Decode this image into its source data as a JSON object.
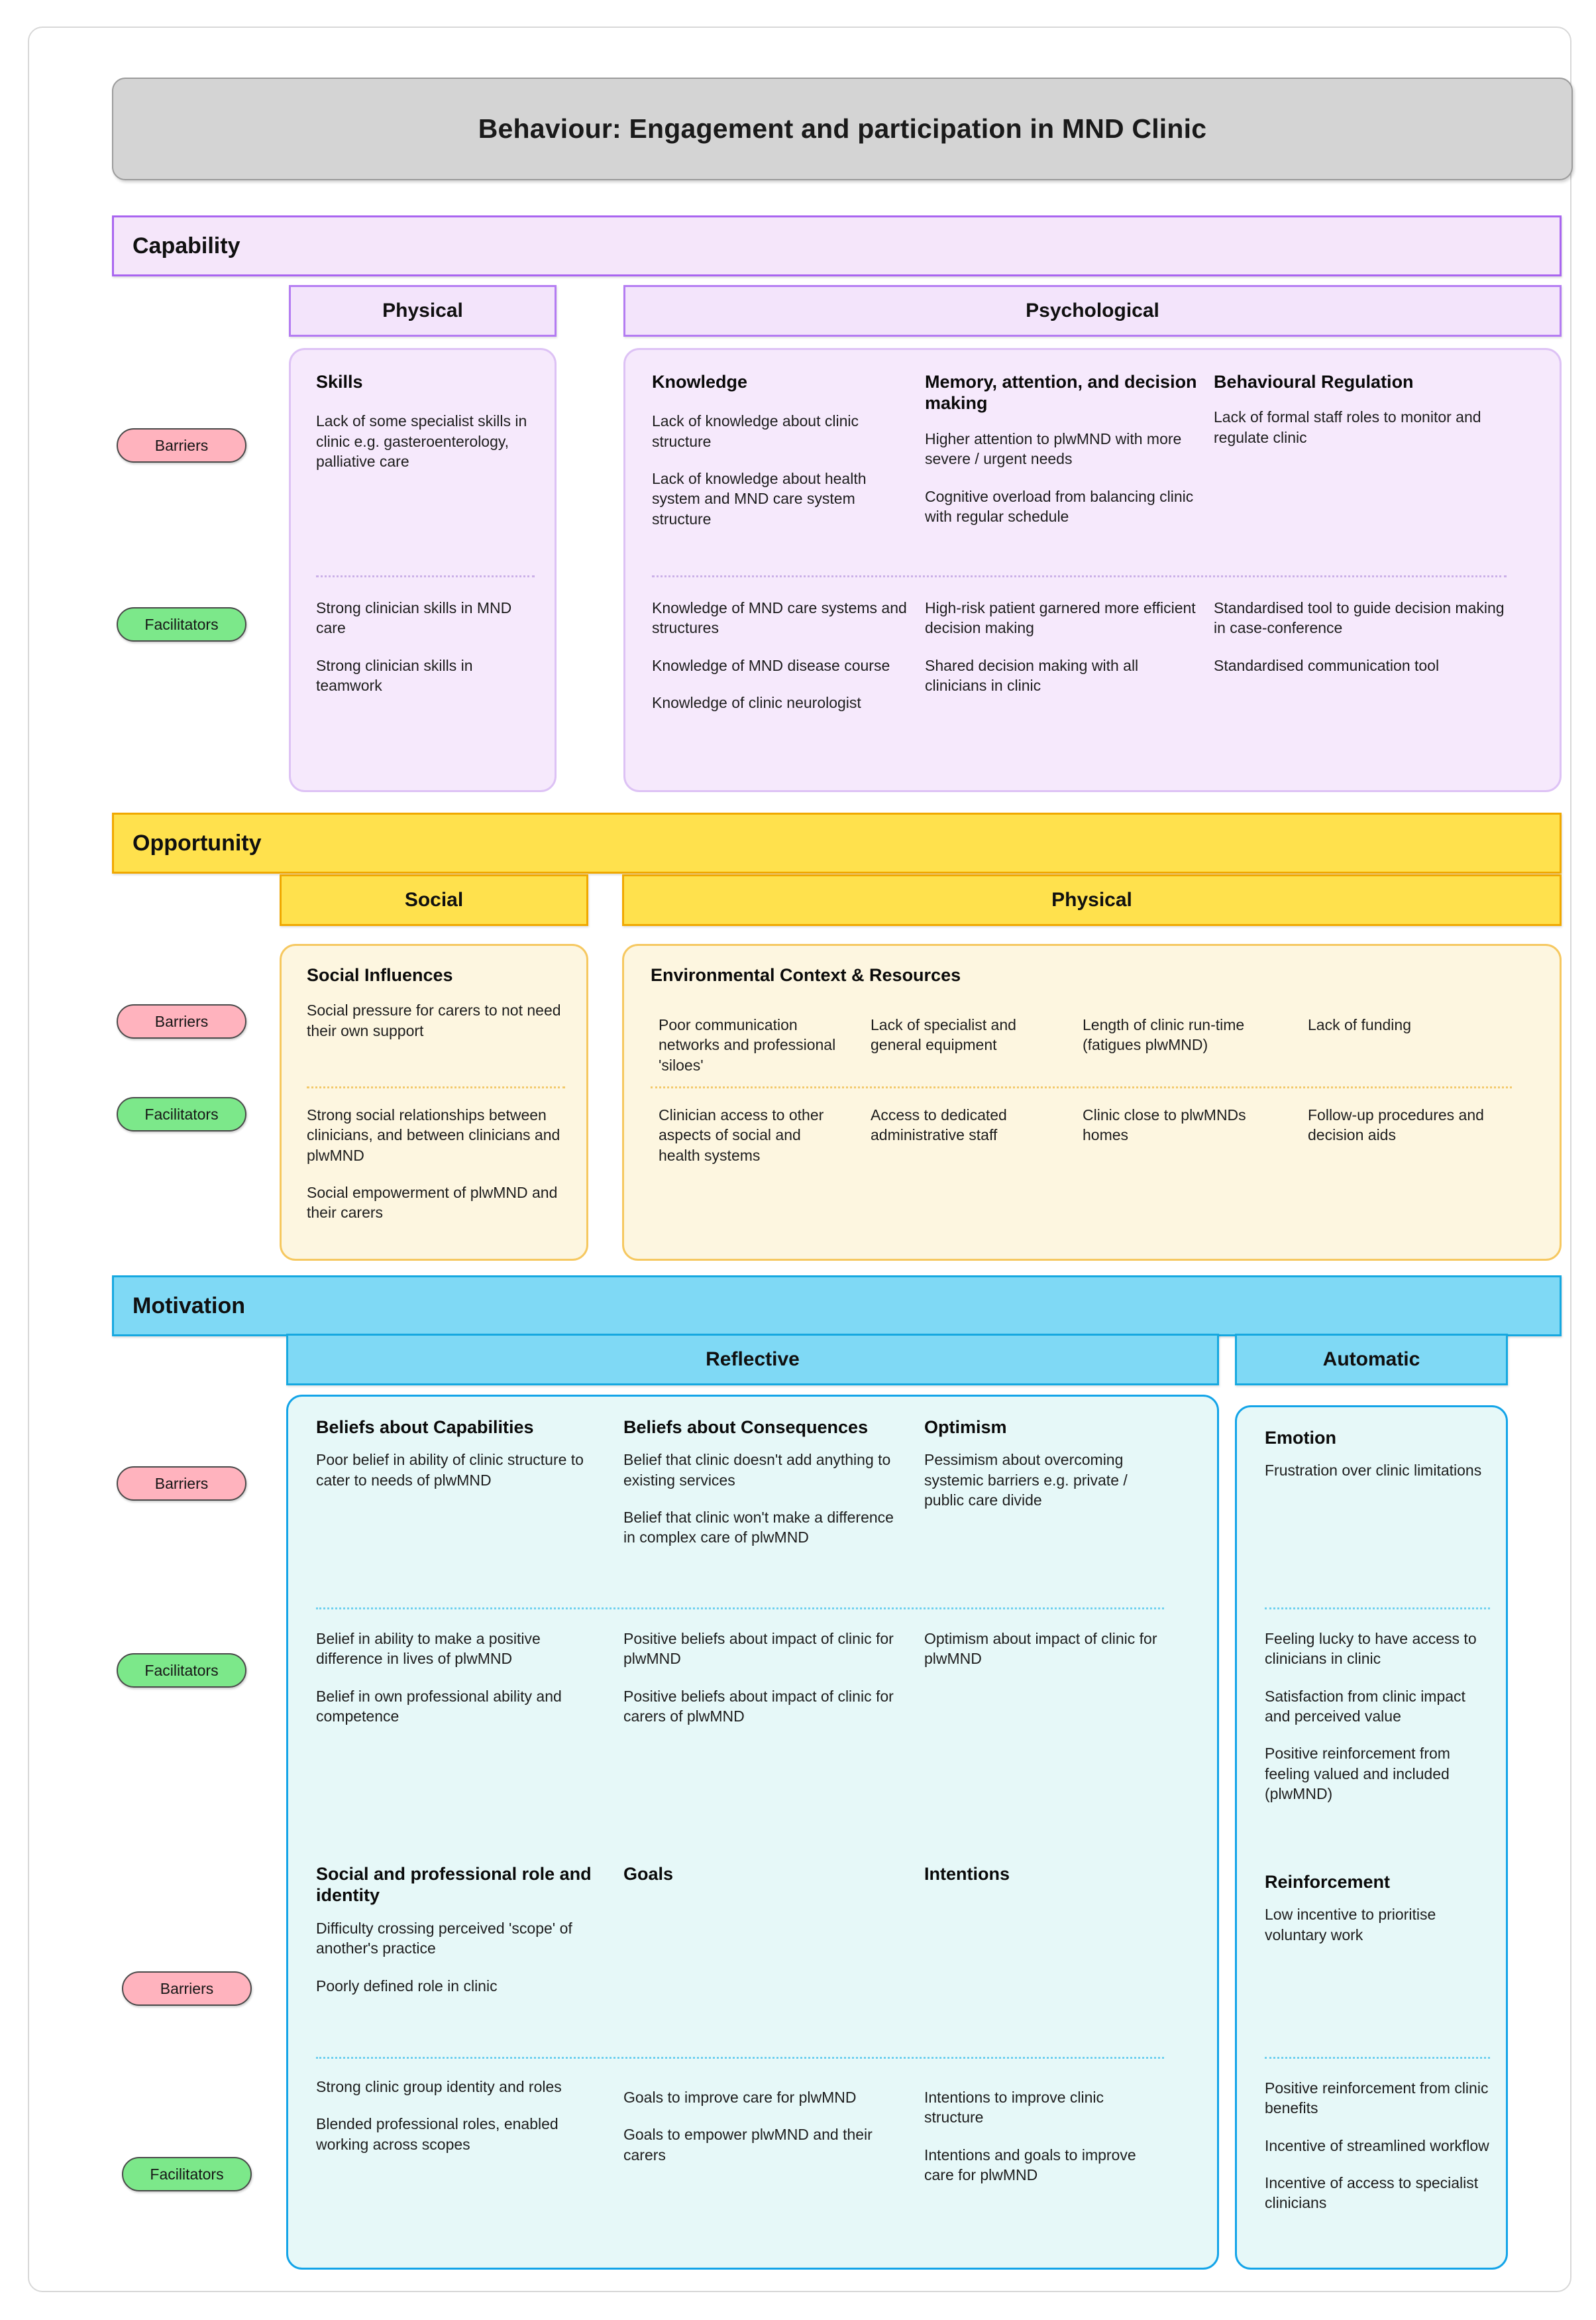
{
  "header": {
    "title": "Behaviour: Engagement and participation in MND Clinic"
  },
  "legend": {
    "barriers": "Barriers",
    "facilitators": "Facilitators"
  },
  "colors": {
    "capability_fill": "#f5e6fa",
    "capability_border": "#a965f0",
    "opportunity_fill": "#ffe14d",
    "opportunity_border": "#f0a800",
    "motivation_fill": "#7fd9f5",
    "motivation_border": "#16a8e0",
    "barrier_pill": "#ffb3be",
    "facilitator_pill": "#7ce88a",
    "header_fill": "#d4d4d4"
  },
  "sections": {
    "capability": {
      "banner": "Capability",
      "columns": [
        {
          "label": "Physical"
        },
        {
          "label": "Psychological"
        }
      ],
      "domains": {
        "skills": {
          "title": "Skills",
          "barriers": [
            "Lack of some specialist skills in clinic e.g. gasteroenterology, palliative care"
          ],
          "facilitators": [
            "Strong clinician skills in MND care",
            "Strong clinician skills in teamwork"
          ]
        },
        "knowledge": {
          "title": "Knowledge",
          "barriers": [
            "Lack of knowledge about clinic structure",
            "Lack of knowledge about health system and MND care system structure"
          ],
          "facilitators": [
            "Knowledge of MND care systems and structures",
            "Knowledge of MND disease course",
            "Knowledge of clinic neurologist"
          ]
        },
        "memory": {
          "title": "Memory, attention, and decision making",
          "barriers": [
            "Higher attention to plwMND with more severe / urgent needs",
            "Cognitive overload from balancing clinic with regular schedule"
          ],
          "facilitators": [
            "High-risk patient garnered more efficient decision making",
            "Shared decision making with all clinicians in clinic"
          ]
        },
        "behavioural_regulation": {
          "title": "Behavioural Regulation",
          "barriers": [
            "Lack of formal staff roles to monitor and regulate clinic"
          ],
          "facilitators": [
            "Standardised tool to guide decision making in case-conference",
            "Standardised communication tool"
          ]
        }
      }
    },
    "opportunity": {
      "banner": "Opportunity",
      "columns": [
        {
          "label": "Social"
        },
        {
          "label": "Physical"
        }
      ],
      "domains": {
        "social_influences": {
          "title": "Social Influences",
          "barriers": [
            "Social pressure for carers to not need their own support"
          ],
          "facilitators": [
            "Strong social relationships between clinicians, and between clinicians and plwMND",
            "Social empowerment of plwMND and their carers"
          ]
        },
        "environmental": {
          "title": "Environmental Context & Resources",
          "barrier_cols": [
            [
              "Poor communication networks and professional 'siloes'"
            ],
            [
              "Lack of specialist and general equipment"
            ],
            [
              "Length of clinic run-time (fatigues plwMND)"
            ],
            [
              "Lack of funding"
            ]
          ],
          "facilitator_cols": [
            [
              "Clinician access to other aspects of social and health systems"
            ],
            [
              "Access to dedicated administrative staff"
            ],
            [
              "Clinic close to plwMNDs homes"
            ],
            [
              "Follow-up procedures and decision aids"
            ]
          ]
        }
      }
    },
    "motivation": {
      "banner": "Motivation",
      "columns": [
        {
          "label": "Reflective"
        },
        {
          "label": "Automatic"
        }
      ],
      "domains": {
        "beliefs_capabilities": {
          "title": "Beliefs about Capabilities",
          "barriers": [
            "Poor belief in ability of clinic structure to cater to needs of plwMND"
          ],
          "facilitators": [
            "Belief in ability to make a positive difference in lives of plwMND",
            "Belief in own professional ability and competence"
          ]
        },
        "beliefs_consequences": {
          "title": "Beliefs about Consequences",
          "barriers": [
            "Belief that clinic doesn't add anything to existing services",
            "Belief that clinic won't make a difference in complex care of plwMND"
          ],
          "facilitators": [
            "Positive beliefs about impact of clinic for plwMND",
            "Positive beliefs about impact of clinic for carers of plwMND"
          ]
        },
        "optimism": {
          "title": "Optimism",
          "barriers": [
            "Pessimism about overcoming systemic barriers e.g. private / public care divide"
          ],
          "facilitators": [
            "Optimism about impact of clinic for plwMND"
          ]
        },
        "emotion": {
          "title": "Emotion",
          "barriers": [
            "Frustration over clinic limitations"
          ],
          "facilitators": [
            "Feeling lucky to have access to clinicians in clinic",
            "Satisfaction from clinic impact and perceived value",
            "Positive reinforcement from feeling valued and included (plwMND)"
          ]
        },
        "social_role": {
          "title": "Social and professional role and identity",
          "barriers": [
            "Difficulty crossing perceived 'scope' of another's practice",
            "Poorly defined role in clinic"
          ],
          "facilitators": [
            "Strong clinic group identity and roles",
            "Blended professional roles, enabled working across scopes"
          ]
        },
        "goals": {
          "title": "Goals",
          "barriers": [],
          "facilitators": [
            "Goals to improve care for plwMND",
            "Goals to empower plwMND and their carers"
          ]
        },
        "intentions": {
          "title": "Intentions",
          "barriers": [],
          "facilitators": [
            "Intentions to improve clinic structure",
            "Intentions and goals to improve care for plwMND"
          ]
        },
        "reinforcement": {
          "title": "Reinforcement",
          "barriers": [
            "Low incentive to prioritise voluntary work"
          ],
          "facilitators": [
            "Positive reinforcement from clinic benefits",
            "Incentive of streamlined workflow",
            "Incentive of access to specialist clinicians"
          ]
        }
      }
    }
  }
}
